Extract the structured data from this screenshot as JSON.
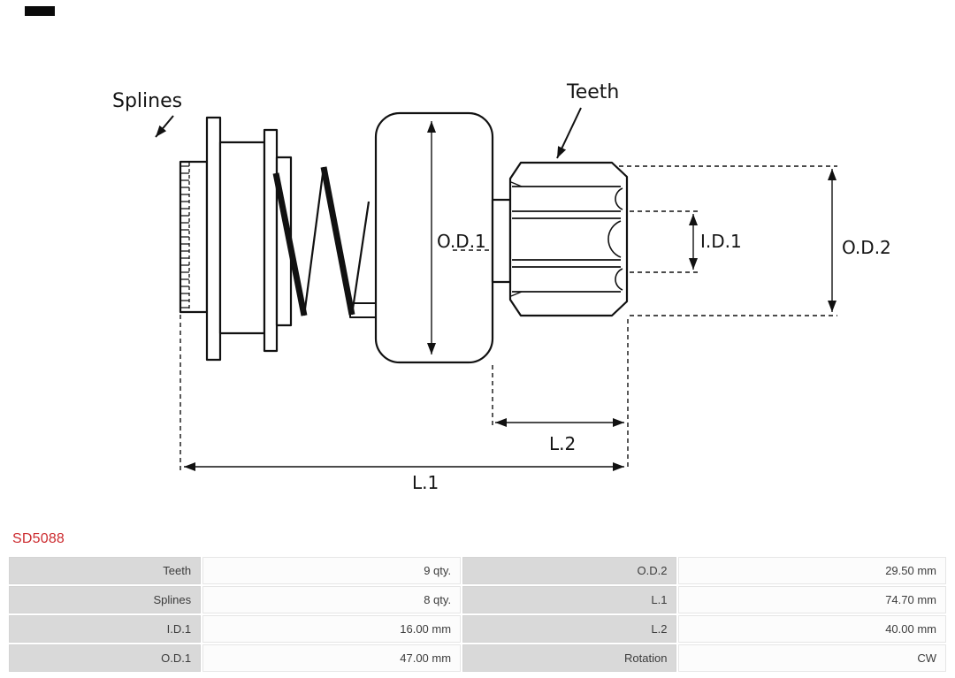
{
  "part": {
    "code": "SD5088",
    "code_color": "#cc2b2f"
  },
  "diagram": {
    "labels": {
      "splines": "Splines",
      "teeth": "Teeth",
      "od1": "O.D.1",
      "id1": "I.D.1",
      "od2": "O.D.2",
      "l1": "L.1",
      "l2": "L.2"
    },
    "line_color": "#111111",
    "icons": [
      "arrowhead-icon"
    ]
  },
  "spec_table": {
    "rows": [
      {
        "label1": "Teeth",
        "value1": "9 qty.",
        "label2": "O.D.2",
        "value2": "29.50 mm"
      },
      {
        "label1": "Splines",
        "value1": "8 qty.",
        "label2": "L.1",
        "value2": "74.70 mm"
      },
      {
        "label1": "I.D.1",
        "value1": "16.00 mm",
        "label2": "L.2",
        "value2": "40.00 mm"
      },
      {
        "label1": "O.D.1",
        "value1": "47.00 mm",
        "label2": "Rotation",
        "value2": "CW"
      }
    ],
    "label_bg": "#d9d9d9",
    "value_bg": "#fcfcfc"
  }
}
